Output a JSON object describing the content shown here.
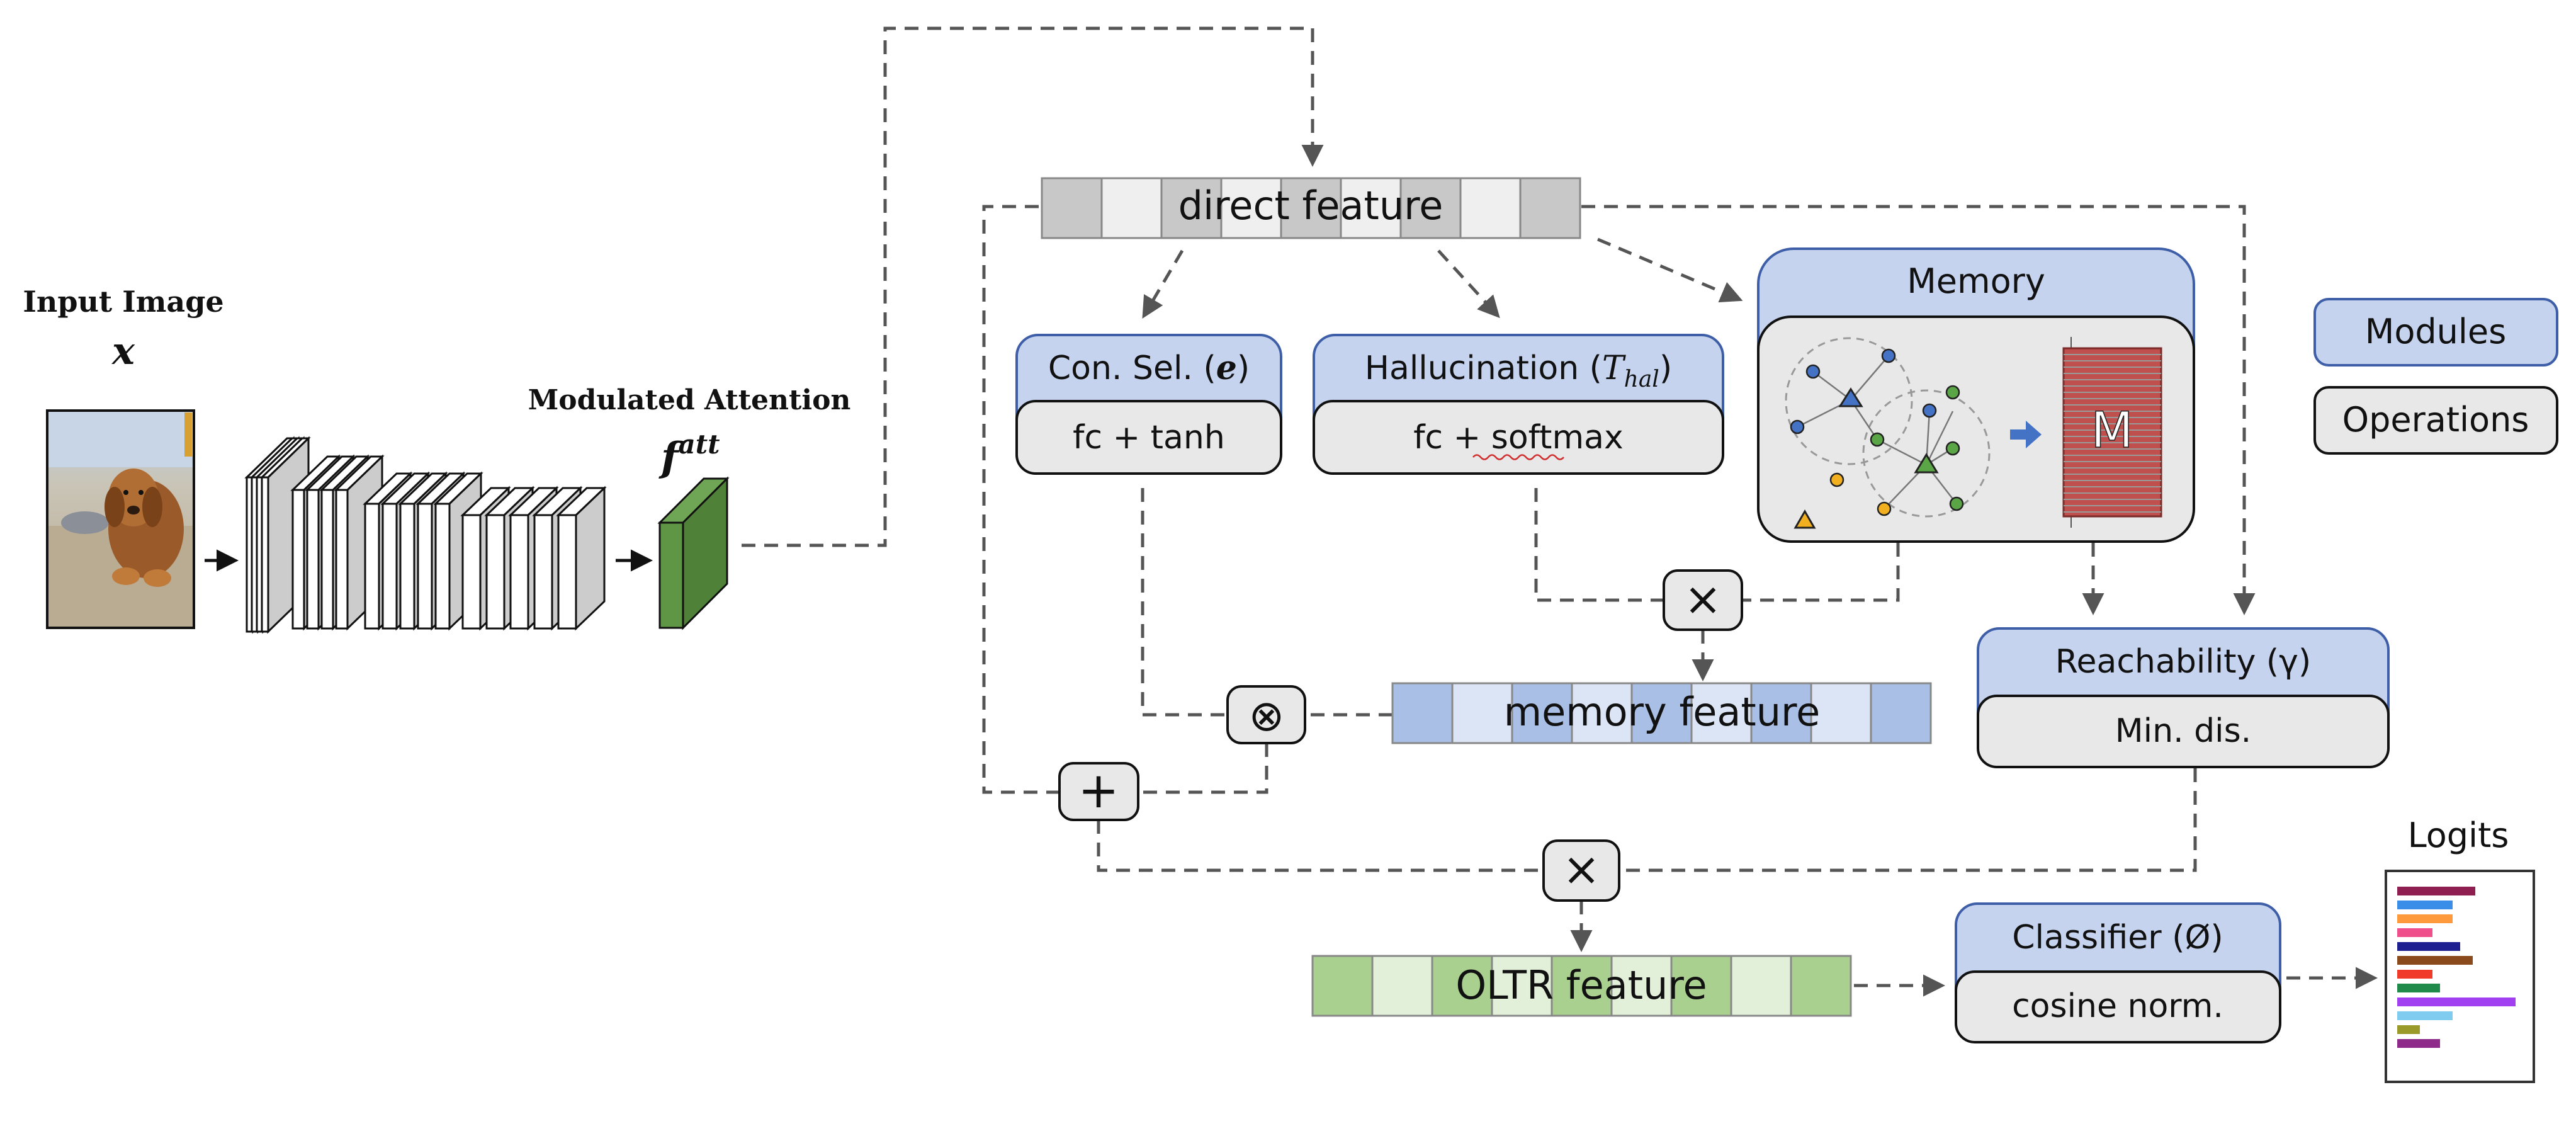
{
  "input": {
    "title": "Input Image",
    "symbol": "x"
  },
  "attention": {
    "title": "Modulated Attention",
    "symbol_main": "f",
    "symbol_sup": "att"
  },
  "direct_feature": {
    "label": "direct feature"
  },
  "memory_feature": {
    "label": "memory feature"
  },
  "oltr_feature": {
    "label": "OLTR feature"
  },
  "con_sel": {
    "title": "Con. Sel. (",
    "symbol": "e",
    "close": ")",
    "op": "fc + tanh"
  },
  "hallucination": {
    "title": "Hallucination (",
    "symbol_main": "T",
    "symbol_sub": "hal",
    "close": ")",
    "op": "fc + softmax"
  },
  "memory": {
    "title": "Memory",
    "matrix_label": "M"
  },
  "reachability": {
    "title": "Reachability (γ)",
    "op": "Min. dis."
  },
  "classifier": {
    "title": "Classifier (Ø)",
    "op": "cosine norm."
  },
  "operators": {
    "times": "×",
    "plus": "+",
    "otimes": "⊗"
  },
  "legend": {
    "modules": "Modules",
    "operations": "Operations"
  },
  "logits": {
    "title": "Logits",
    "bar_values": [
      0.62,
      0.44,
      0.44,
      0.28,
      0.5,
      0.6,
      0.28,
      0.34,
      0.94,
      0.44,
      0.18,
      0.34
    ],
    "bar_colors": [
      "#8e1f50",
      "#3a8ee8",
      "#ff9a3c",
      "#ef4f8a",
      "#1d1f90",
      "#8a4a1c",
      "#f03a2a",
      "#1f8a4a",
      "#a040f0",
      "#80ccf0",
      "#9a9a2a",
      "#8e2a8a"
    ]
  },
  "colors": {
    "module_fill": "#c5d3ee",
    "module_stroke": "#3e5fa8",
    "op_fill": "#e8e8e8",
    "arrow": "#555555",
    "attention_green": "#5e9645",
    "oltr_green": "#a9d08e",
    "memory_blue": "#a9bfe6",
    "memory_red": "#c0504d",
    "arrow_blue": "#4472c4"
  },
  "icons": {
    "cnn_backbone": "cnn-layer-stack",
    "memory_graph": "cluster-graph-icon",
    "puppy_photo": "dog-photo"
  }
}
